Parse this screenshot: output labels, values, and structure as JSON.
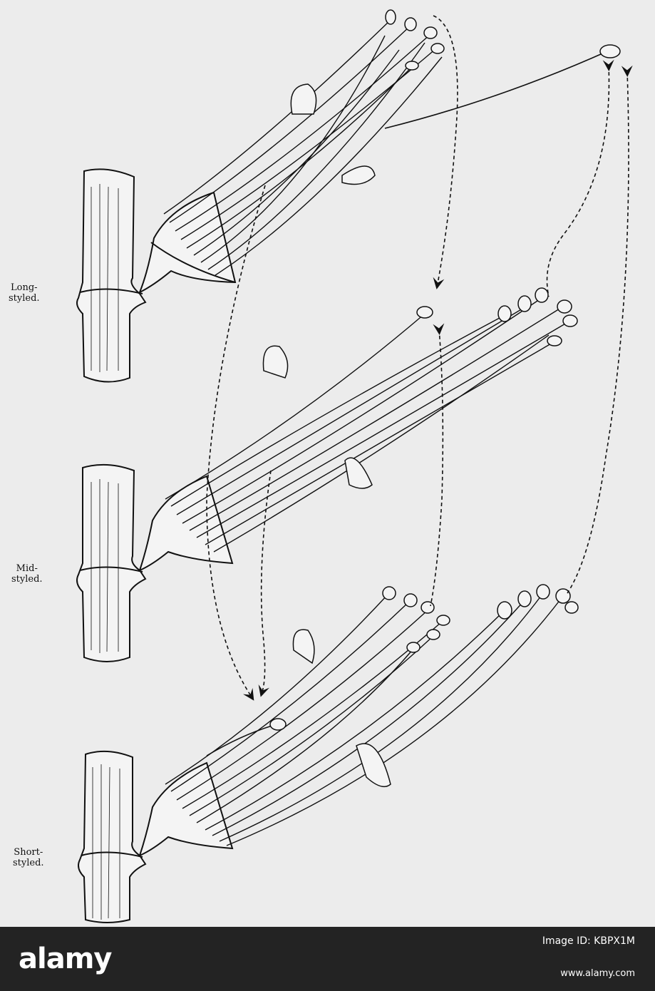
{
  "diagram": {
    "labels": {
      "long": [
        "Long-",
        "styled."
      ],
      "mid": [
        "Mid-",
        "styled."
      ],
      "short": [
        "Short-",
        "styled."
      ]
    }
  },
  "watermark": {
    "logo": "alamy",
    "image_id": "Image ID: KBPX1M",
    "url": "www.alamy.com"
  }
}
